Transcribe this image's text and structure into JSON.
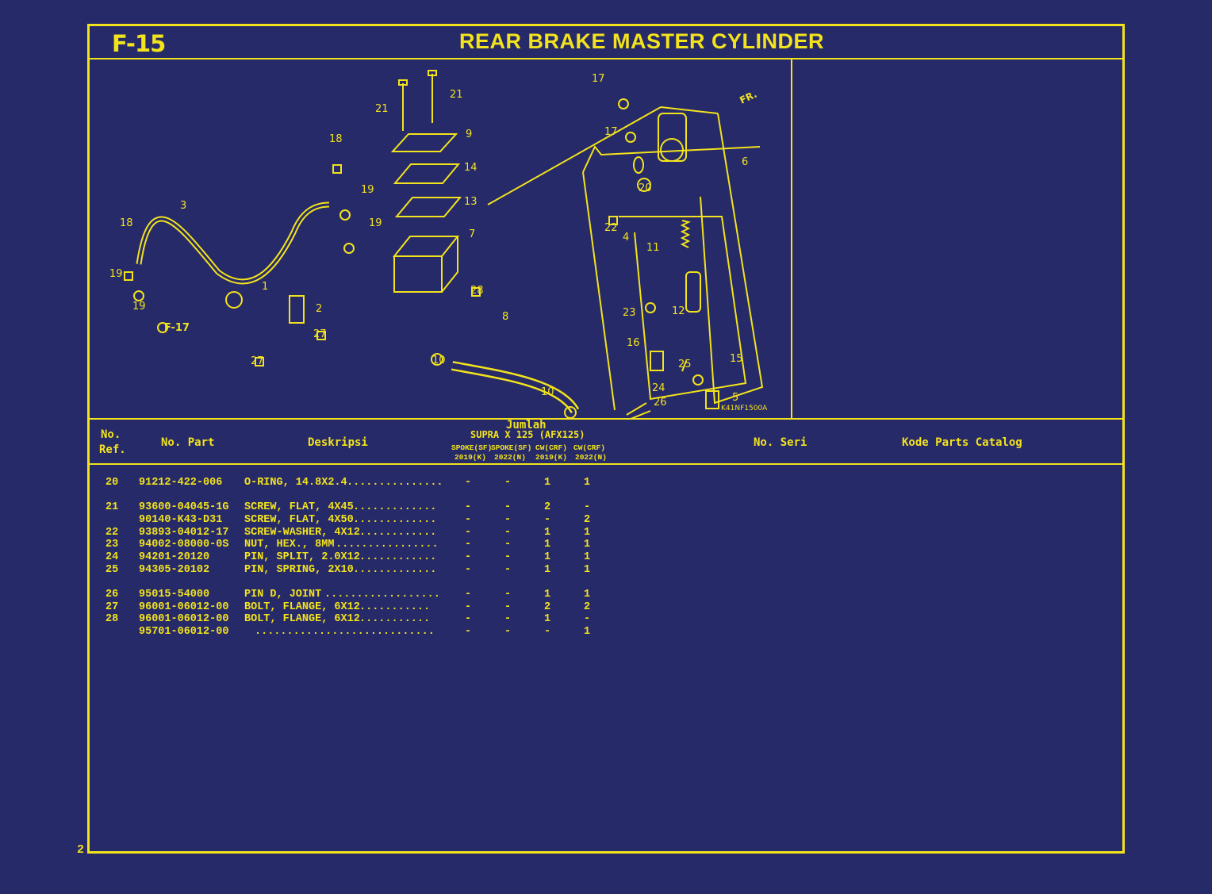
{
  "page": {
    "code": "F-15",
    "title": "REAR BRAKE MASTER CYLINDER",
    "page_number": "2",
    "diagram_code": "K41NF1500A",
    "diagram_labels": [
      "1",
      "2",
      "3",
      "4",
      "5",
      "6",
      "7",
      "8",
      "9",
      "10",
      "10",
      "11",
      "12",
      "13",
      "14",
      "15",
      "16",
      "17",
      "17",
      "18",
      "18",
      "19",
      "19",
      "19",
      "19",
      "20",
      "21",
      "21",
      "22",
      "23",
      "24",
      "25",
      "26",
      "27",
      "27",
      "28",
      "F-17",
      "FR."
    ]
  },
  "table": {
    "headers": {
      "ref_line1": "No.",
      "ref_line2": "Ref.",
      "part": "No. Part",
      "desc": "Deskripsi",
      "jumlah": "Jumlah",
      "model": "SUPRA X 125 (AFX125)",
      "variants": [
        "SPOKE(SF)",
        "SPOKE(SF)",
        "CW(CRF)",
        "CW(CRF)"
      ],
      "years": [
        "2019(K)",
        "2022(N)",
        "2019(K)",
        "2022(N)"
      ],
      "seri": "No. Seri",
      "catalog": "Kode Parts Catalog"
    },
    "rows": [
      {
        "ref": "20",
        "part": "91212-422-006",
        "desc": "O-RING, 14.8X2.4",
        "q": [
          "-",
          "-",
          "1",
          "1"
        ]
      },
      {
        "ref": "21",
        "part": "93600-04045-1G",
        "desc": "SCREW, FLAT, 4X45",
        "q": [
          "-",
          "-",
          "2",
          "-"
        ]
      },
      {
        "ref": "",
        "part": "90140-K43-D31",
        "desc": "SCREW, FLAT, 4X50",
        "q": [
          "-",
          "-",
          "-",
          "2"
        ]
      },
      {
        "ref": "22",
        "part": "93893-04012-17",
        "desc": "SCREW-WASHER, 4X12",
        "q": [
          "-",
          "-",
          "1",
          "1"
        ]
      },
      {
        "ref": "23",
        "part": "94002-08000-0S",
        "desc": "NUT, HEX., 8MM",
        "q": [
          "-",
          "-",
          "1",
          "1"
        ]
      },
      {
        "ref": "24",
        "part": "94201-20120",
        "desc": "PIN, SPLIT, 2.0X12",
        "q": [
          "-",
          "-",
          "1",
          "1"
        ]
      },
      {
        "ref": "25",
        "part": "94305-20102",
        "desc": "PIN, SPRING, 2X10",
        "q": [
          "-",
          "-",
          "1",
          "1"
        ]
      },
      {
        "ref": "26",
        "part": "95015-54000",
        "desc": "PIN D, JOINT",
        "q": [
          "-",
          "-",
          "1",
          "1"
        ]
      },
      {
        "ref": "27",
        "part": "96001-06012-00",
        "desc": "BOLT, FLANGE, 6X12",
        "q": [
          "-",
          "-",
          "2",
          "2"
        ]
      },
      {
        "ref": "28",
        "part": "96001-06012-00",
        "desc": "BOLT, FLANGE, 6X12",
        "q": [
          "-",
          "-",
          "1",
          "-"
        ]
      },
      {
        "ref": "",
        "part": "95701-06012-00",
        "desc": "",
        "q": [
          "-",
          "-",
          "-",
          "1"
        ]
      }
    ]
  },
  "colors": {
    "background": "#272a69",
    "ink": "#f2e31c"
  }
}
